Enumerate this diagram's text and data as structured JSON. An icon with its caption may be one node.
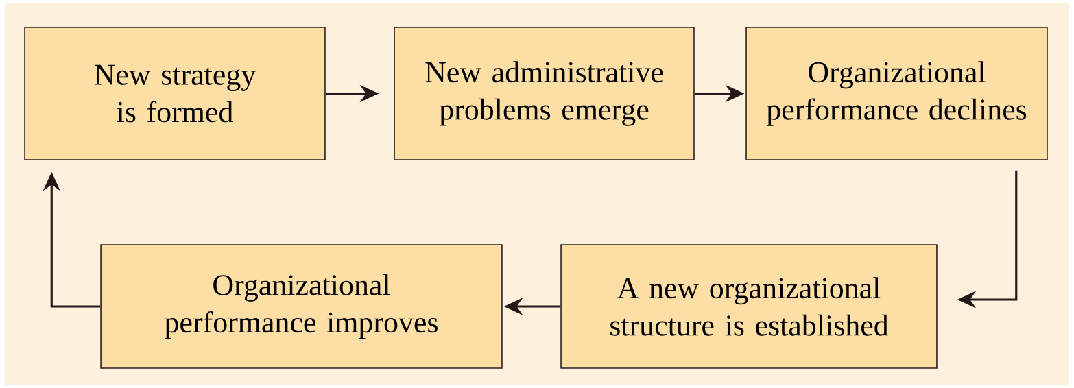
{
  "diagram": {
    "nodes": [
      {
        "text": [
          "New strategy is formed"
        ]
      },
      {
        "text": [
          "New administrative problems emerge"
        ]
      },
      {
        "text": [
          "Organizational performance declines"
        ]
      },
      {
        "text": [
          "Organizational performance improves"
        ]
      },
      {
        "text": [
          "A new organizational structure is established"
        ]
      }
    ],
    "edges": [
      {
        "from": 0,
        "to": 1,
        "arrow": "to"
      },
      {
        "from": 1,
        "to": 2,
        "arrow": "to"
      },
      {
        "from": 2,
        "to": 4,
        "arrow": "to"
      },
      {
        "from": 4,
        "to": 3,
        "arrow": "to"
      },
      {
        "from": 3,
        "to": 0,
        "arrow": "to"
      }
    ]
  }
}
